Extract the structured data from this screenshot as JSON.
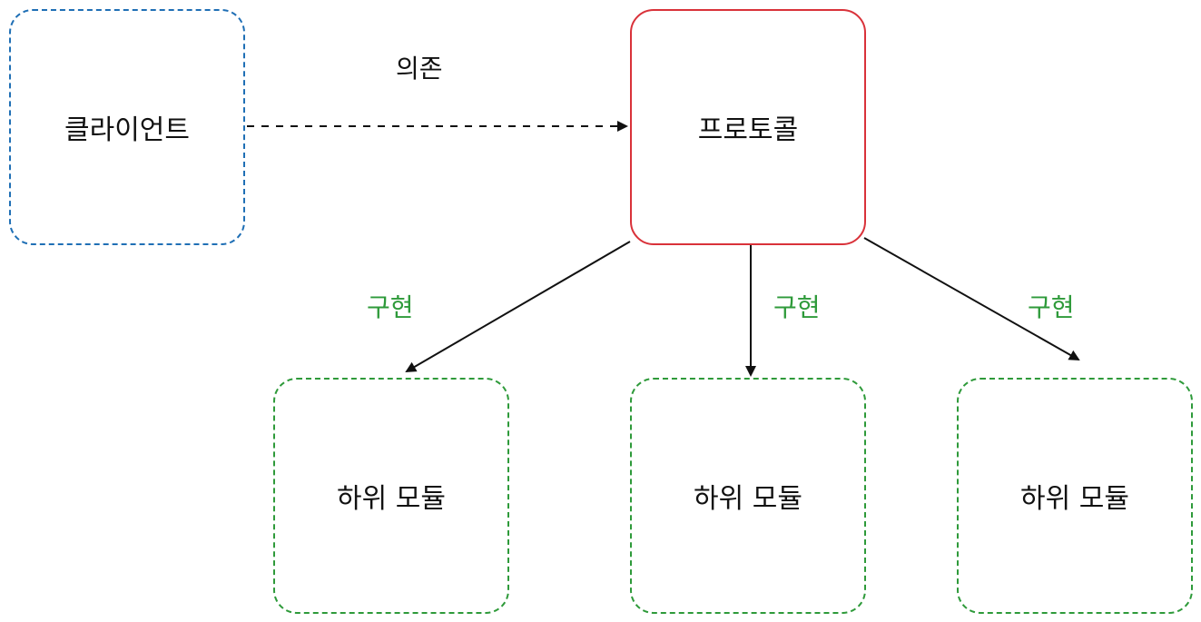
{
  "nodes": {
    "client": {
      "label": "클라이언트"
    },
    "protocol": {
      "label": "프로토콜"
    },
    "submodules": [
      {
        "label": "하위 모듈"
      },
      {
        "label": "하위 모듈"
      },
      {
        "label": "하위 모듈"
      }
    ]
  },
  "edges": {
    "depend_label": "의존",
    "implement_labels": [
      "구현",
      "구현",
      "구현"
    ]
  },
  "colors": {
    "client_border": "#1f6fb5",
    "protocol_border": "#d9323a",
    "submodule_border": "#2e9a3a",
    "implement_label": "#2e9a3a",
    "arrow": "#111111"
  }
}
